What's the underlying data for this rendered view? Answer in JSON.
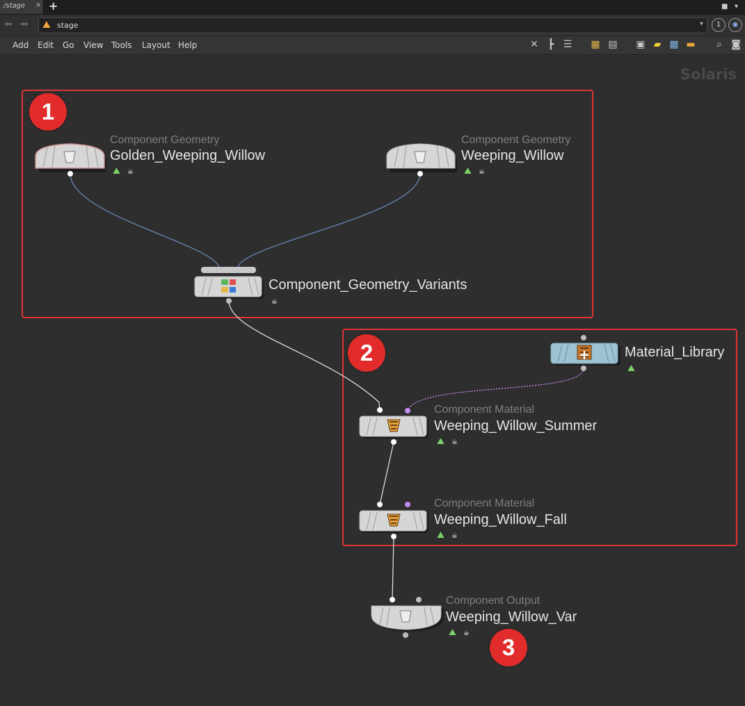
{
  "tabs": {
    "active_label": "/stage",
    "close_glyph": "×",
    "add_glyph": "+"
  },
  "window": {
    "layout_glyph": "■",
    "dropdown_glyph": "▾"
  },
  "pathbar": {
    "back_glyph": "⬅",
    "forward_glyph": "➡",
    "icon_glyph": "⛰",
    "path": "stage",
    "dropdown_glyph": "▾",
    "pin_label": "1",
    "link_glyph": "◉"
  },
  "menu": [
    "Add",
    "Edit",
    "Go",
    "View",
    "Tools",
    "Layout",
    "Help"
  ],
  "toolbar_icons": [
    "wrench-icon",
    "tree-view-icon",
    "list-view-icon",
    "grid-color-icon",
    "grid-icon",
    "network-box-icon",
    "sticky-note-icon",
    "image-add-icon",
    "material-palette-icon",
    "search-icon",
    "visibility-icon"
  ],
  "context_label": "Solaris",
  "badges": [
    "1",
    "2",
    "3"
  ],
  "nodes": {
    "golden_willow": {
      "type": "Component Geometry",
      "name": "Golden_Weeping_Willow"
    },
    "willow": {
      "type": "Component Geometry",
      "name": "Weeping_Willow"
    },
    "variants": {
      "type": "",
      "name": "Component_Geometry_Variants"
    },
    "material_library": {
      "type": "",
      "name": "Material_Library"
    },
    "summer": {
      "type": "Component Material",
      "name": "Weeping_Willow_Summer"
    },
    "fall": {
      "type": "Component Material",
      "name": "Weeping_Willow_Fall"
    },
    "output": {
      "type": "Component Output",
      "name": "Weeping_Willow_Var"
    }
  },
  "colors": {
    "highlight_box": "#e03535",
    "badge": "#e22b2b",
    "geometry_wire": "#6b8fbe",
    "material_wire": "#c58cf0",
    "material_library_node": "#9ec3d2",
    "node_body": "#d6d6d6"
  }
}
